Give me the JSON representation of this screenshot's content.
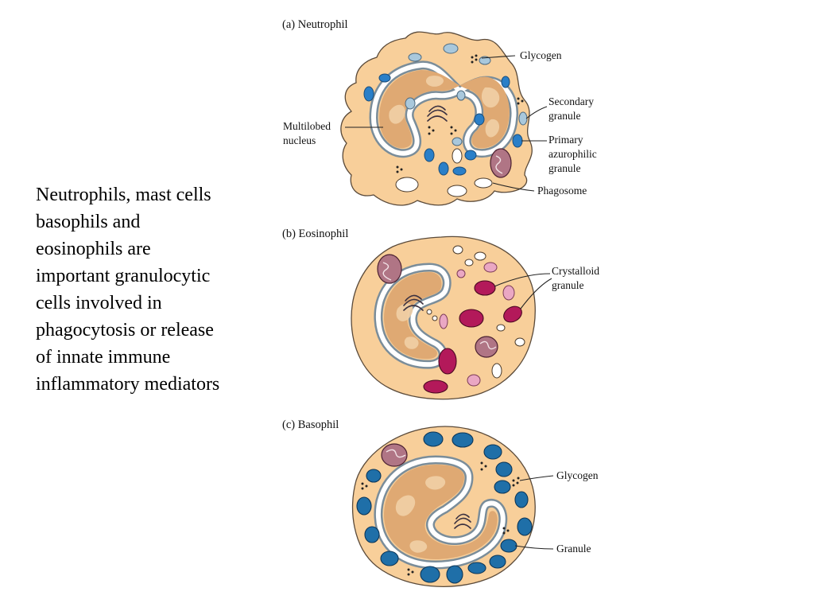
{
  "body_text": {
    "lines": [
      "Neutrophils, mast cells",
      "basophils and",
      "eosinophils are",
      "important granulocytic",
      "cells involved in",
      "phagocytosis or release",
      "of innate immune",
      "inflammatory mediators"
    ]
  },
  "diagram": {
    "neutrophil": {
      "title": "(a) Neutrophil",
      "labels": {
        "glycogen": "Glycogen",
        "secondary_1": "Secondary",
        "secondary_2": "granule",
        "multilobed_1": "Multilobed",
        "multilobed_2": "nucleus",
        "primary_1": "Primary",
        "primary_2": "azurophilic",
        "primary_3": "granule",
        "phagosome": "Phagosome"
      }
    },
    "eosinophil": {
      "title": "(b) Eosinophil",
      "labels": {
        "crystalloid_1": "Crystalloid",
        "crystalloid_2": "granule"
      }
    },
    "basophil": {
      "title": "(c) Basophil",
      "labels": {
        "glycogen": "Glycogen",
        "granule": "Granule"
      }
    }
  },
  "colors": {
    "cytoplasm": "#f8cf9a",
    "nucleus": "#dfa973",
    "azurophilic_granule": "#2a7fc8",
    "secondary_granule": "#a9c8dc",
    "crystalloid_granule": "#b3195a",
    "basophil_granule": "#1f6fa8",
    "mitochondrion": "#b07585"
  }
}
